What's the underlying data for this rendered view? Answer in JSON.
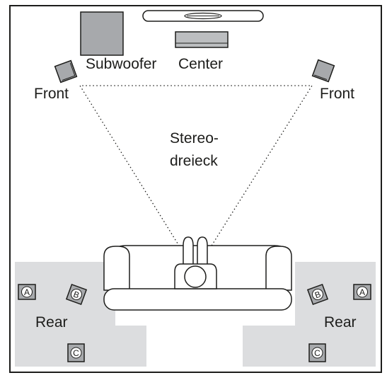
{
  "labels": {
    "subwoofer": "Subwoofer",
    "center": "Center",
    "front_left": "Front",
    "front_right": "Front",
    "triangle_line1": "Stereo-",
    "triangle_line2": "dreieck",
    "rear_left": "Rear",
    "rear_right": "Rear"
  },
  "speaker_letters": {
    "left_a": "A",
    "left_b": "B",
    "left_c": "C",
    "right_a": "A",
    "right_b": "B",
    "right_c": "C"
  },
  "colors": {
    "outline": "#1d1d1b",
    "subwoofer_fill": "#a7a9ac",
    "center_fill": "#bcbec0",
    "front_speaker_fill": "#a7a9ac",
    "rear_zone_fill": "#dcdddf",
    "rear_speaker_fill": "#a7a9ac"
  }
}
